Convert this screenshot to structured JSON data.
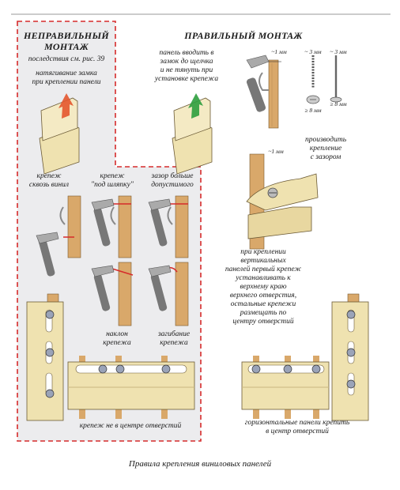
{
  "wrong": {
    "title": "НЕПРАВИЛЬНЫЙ\nМОНТАЖ",
    "see_ref": "последствия см. рис. 39",
    "note_tension": "натягивание замка\nпри креплении панели",
    "label_through_vinyl": "крепеж\nсквозь винил",
    "label_under_hat": "крепеж\n\"под шляпку\"",
    "label_gap_too_big": "зазор больше\nдопустимого",
    "label_tilt": "наклон\nкрепежа",
    "label_bend": "загибание\nкрепежа",
    "label_off_center": "крепеж не в центре отверстий"
  },
  "right": {
    "title": "ПРАВИЛЬНЫЙ МОНТАЖ",
    "note_click": "панель вводить в\nзамок до щелчка\nи не тянуть при\nустановке крепежа",
    "dim_gap": "~1 мм",
    "dim_screw": "~ 3 мм",
    "dim_nail": "~ 3 мм",
    "dim_screw_head": "≥ 8 мм",
    "dim_nail_head": "≥ 8 мм",
    "note_fasten_gap": "производить\nкрепление\nс  зазором",
    "dim_gap2": "~1 мм",
    "note_vertical": "при креплении\nвертикальных\nпанелей первый крепеж\nустанавливать к\nверхнему краю\nверхнего отверстия,\nостальные крепежи\nразмещать по\nцентру отверстий",
    "note_horizontal": "горизонтальные панели крепить\nв центр отверстий"
  },
  "caption": "Правила крепления виниловых панелей",
  "colors": {
    "dashed_border": "#d62b2b",
    "panel_fill": "#efe2b0",
    "wood": "#d9a86a",
    "wrong_bg": "#ececee",
    "arrow_wrong": "#e4572e",
    "arrow_right": "#2e9e3e"
  }
}
